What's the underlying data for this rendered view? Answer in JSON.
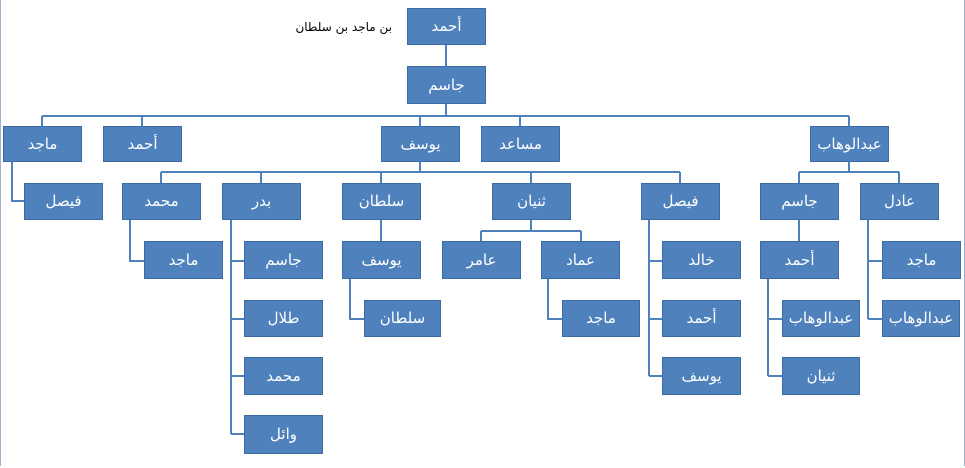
{
  "caption": "بن ماجد بن سلطان",
  "colors": {
    "node_fill": "#4f81bd",
    "connector": "#4f81bd"
  },
  "nodes": {
    "ahmad_root": "أحمد",
    "jasim": "جاسم",
    "majid_l1": "ماجد",
    "ahmad_l1": "أحمد",
    "yousef_l1": "يوسف",
    "musaid": "مساعد",
    "abdulwahab_l1": "عبدالوهاب",
    "faisal_majid": "فيصل",
    "mohammed_y": "محمد",
    "badr": "بدر",
    "sultan_y": "سلطان",
    "thunayan_y": "ثنيان",
    "faisal_y": "فيصل",
    "jasim_a": "جاسم",
    "adel": "عادل",
    "majid_m": "ماجد",
    "jasim_b": "جاسم",
    "talal": "طلال",
    "mohammed_b": "محمد",
    "wael": "وائل",
    "yousef_s": "يوسف",
    "sultan_s": "سلطان",
    "amer": "عامر",
    "emad": "عماد",
    "majid_e": "ماجد",
    "khalid": "خالد",
    "ahmad_f": "أحمد",
    "yousef_f": "يوسف",
    "ahmad_j": "أحمد",
    "abdulwahab_aj": "عبدالوهاب",
    "thunayan_aj": "ثنيان",
    "majid_ad": "ماجد",
    "abdulwahab_ad": "عبدالوهاب"
  }
}
